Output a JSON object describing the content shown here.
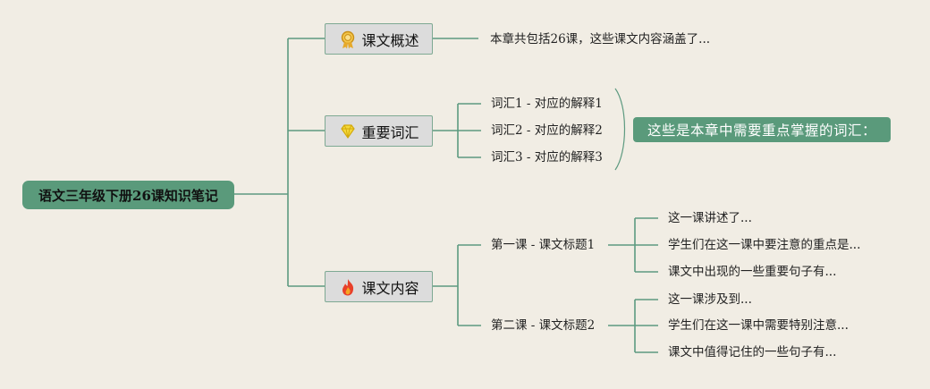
{
  "root": {
    "label": "语文三年级下册26课知识笔记"
  },
  "topics": {
    "overview": {
      "label": "课文概述",
      "icon": "award-medal-icon"
    },
    "vocab": {
      "label": "重要词汇",
      "icon": "gem-icon"
    },
    "content": {
      "label": "课文内容",
      "icon": "fire-icon"
    }
  },
  "overview_text": "本章共包括26课，这些课文内容涵盖了...",
  "vocab_items": [
    "词汇1 - 对应的解释1",
    "词汇2 - 对应的解释2",
    "词汇3 - 对应的解释3"
  ],
  "vocab_callout": "这些是本章中需要重点掌握的词汇：",
  "lessons": [
    {
      "title": "第一课 - 课文标题1",
      "points": [
        "这一课讲述了...",
        "学生们在这一课中要注意的重点是...",
        "课文中出现的一些重要句子有..."
      ]
    },
    {
      "title": "第二课 - 课文标题2",
      "points": [
        "这一课涉及到...",
        "学生们在这一课中需要特别注意...",
        "课文中值得记住的一些句子有..."
      ]
    }
  ],
  "colors": {
    "background": "#f1ede4",
    "accent_green": "#5a9a7b",
    "connector": "#5d9a80",
    "topic_fill": "#dcdcdc"
  }
}
